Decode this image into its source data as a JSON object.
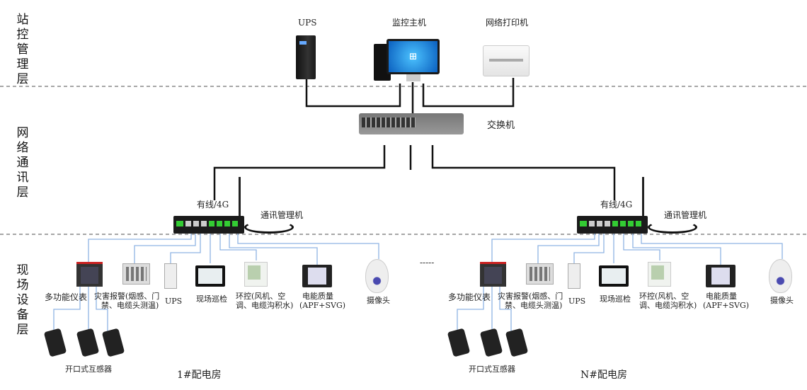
{
  "layers": {
    "station": "站控管理层",
    "network": "网络通讯层",
    "field": "现场设备层"
  },
  "station_devices": {
    "ups": "UPS",
    "host": "监控主机",
    "printer": "网络打印机"
  },
  "switch_label": "交换机",
  "separator": "-----",
  "rooms": [
    {
      "name": "1#配电房",
      "gateway_link": "有线/4G",
      "gateway": "通讯管理机",
      "meter": "多功能仪表",
      "alarm_1": "灾害报警(烟感、门",
      "alarm_2": "禁、电缆头测温)",
      "ups": "UPS",
      "patrol": "现场巡检",
      "env_1": "环控(风机、空",
      "env_2": "调、电缆沟积水)",
      "pq_1": "电能质量",
      "pq_2": "(APF+SVG)",
      "camera": "摄像头",
      "ct": "开口式互感器"
    },
    {
      "name": "N#配电房",
      "gateway_link": "有线/4G",
      "gateway": "通讯管理机",
      "meter": "多功能仪表",
      "alarm_1": "灾害报警(烟感、门",
      "alarm_2": "禁、电缆头测温)",
      "ups": "UPS",
      "patrol": "现场巡检",
      "env_1": "环控(风机、空",
      "env_2": "调、电缆沟积水)",
      "pq_1": "电能质量",
      "pq_2": "(APF+SVG)",
      "camera": "摄像头",
      "ct": "开口式互感器"
    }
  ],
  "colors": {
    "backbone": "#111111",
    "field_bus": "#8fb4e3",
    "layer_divider": "#888888"
  }
}
